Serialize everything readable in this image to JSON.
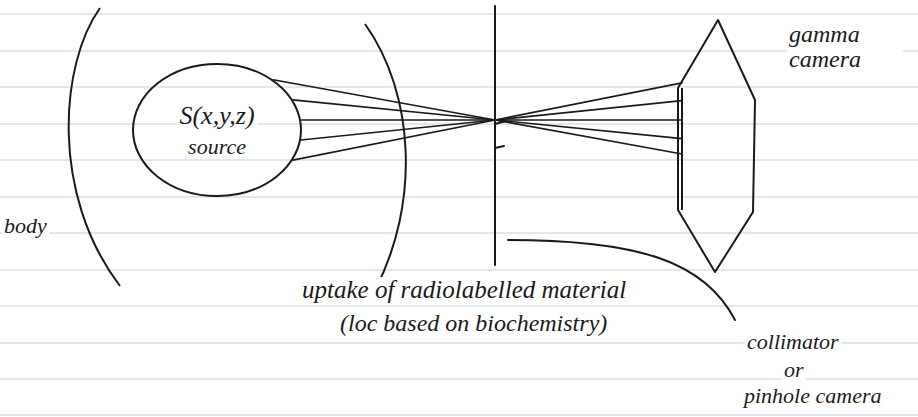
{
  "diagram": {
    "nodes": [
      {
        "text": [
          "body"
        ]
      },
      {
        "text": [
          "S(x,y,z)",
          "source"
        ],
        "in": 0
      },
      {
        "text": [
          "gamma camera"
        ]
      }
    ],
    "edges": [
      {
        "from": 1,
        "to": 2,
        "arrow": "none"
      }
    ],
    "labels": [
      "uptake of radiolabelled material",
      "(loc based on biochemistry)",
      "collimator",
      "or",
      "pinhole camera"
    ]
  }
}
